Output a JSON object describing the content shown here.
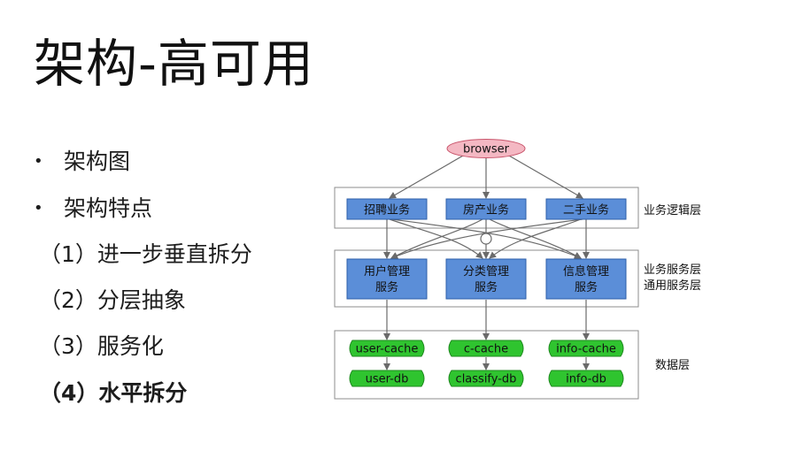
{
  "slide": {
    "title": "架构-高可用",
    "bullets": [
      "架构图",
      "架构特点"
    ],
    "steps": [
      {
        "text": "（1）进一步垂直拆分",
        "bold": false
      },
      {
        "text": "（2）分层抽象",
        "bold": false
      },
      {
        "text": "（3）服务化",
        "bold": false
      },
      {
        "text": "（4）水平拆分",
        "bold": true
      }
    ]
  },
  "diagram": {
    "browser": "browser",
    "business_boxes": [
      "招聘业务",
      "房产业务",
      "二手业务"
    ],
    "service_boxes": [
      {
        "line1": "用户管理",
        "line2": "服务"
      },
      {
        "line1": "分类管理",
        "line2": "服务"
      },
      {
        "line1": "信息管理",
        "line2": "服务"
      }
    ],
    "cache_cylinders": [
      "user-cache",
      "c-cache",
      "info-cache"
    ],
    "db_cylinders": [
      "user-db",
      "classify-db",
      "info-db"
    ],
    "layer_labels": {
      "business": "业务逻辑层",
      "service_line1": "业务服务层",
      "service_line2": "通用服务层",
      "data": "数据层"
    },
    "colors": {
      "browser_fill": "#f4b8c3",
      "browser_stroke": "#c9546b",
      "box_fill": "#5b8ed8",
      "box_stroke": "#2e5fa8",
      "cylinder_fill": "#2fc42f",
      "cylinder_stroke": "#1f8a1f",
      "panel_stroke": "#8c8c8c",
      "arrow": "#6a6a6a"
    }
  }
}
